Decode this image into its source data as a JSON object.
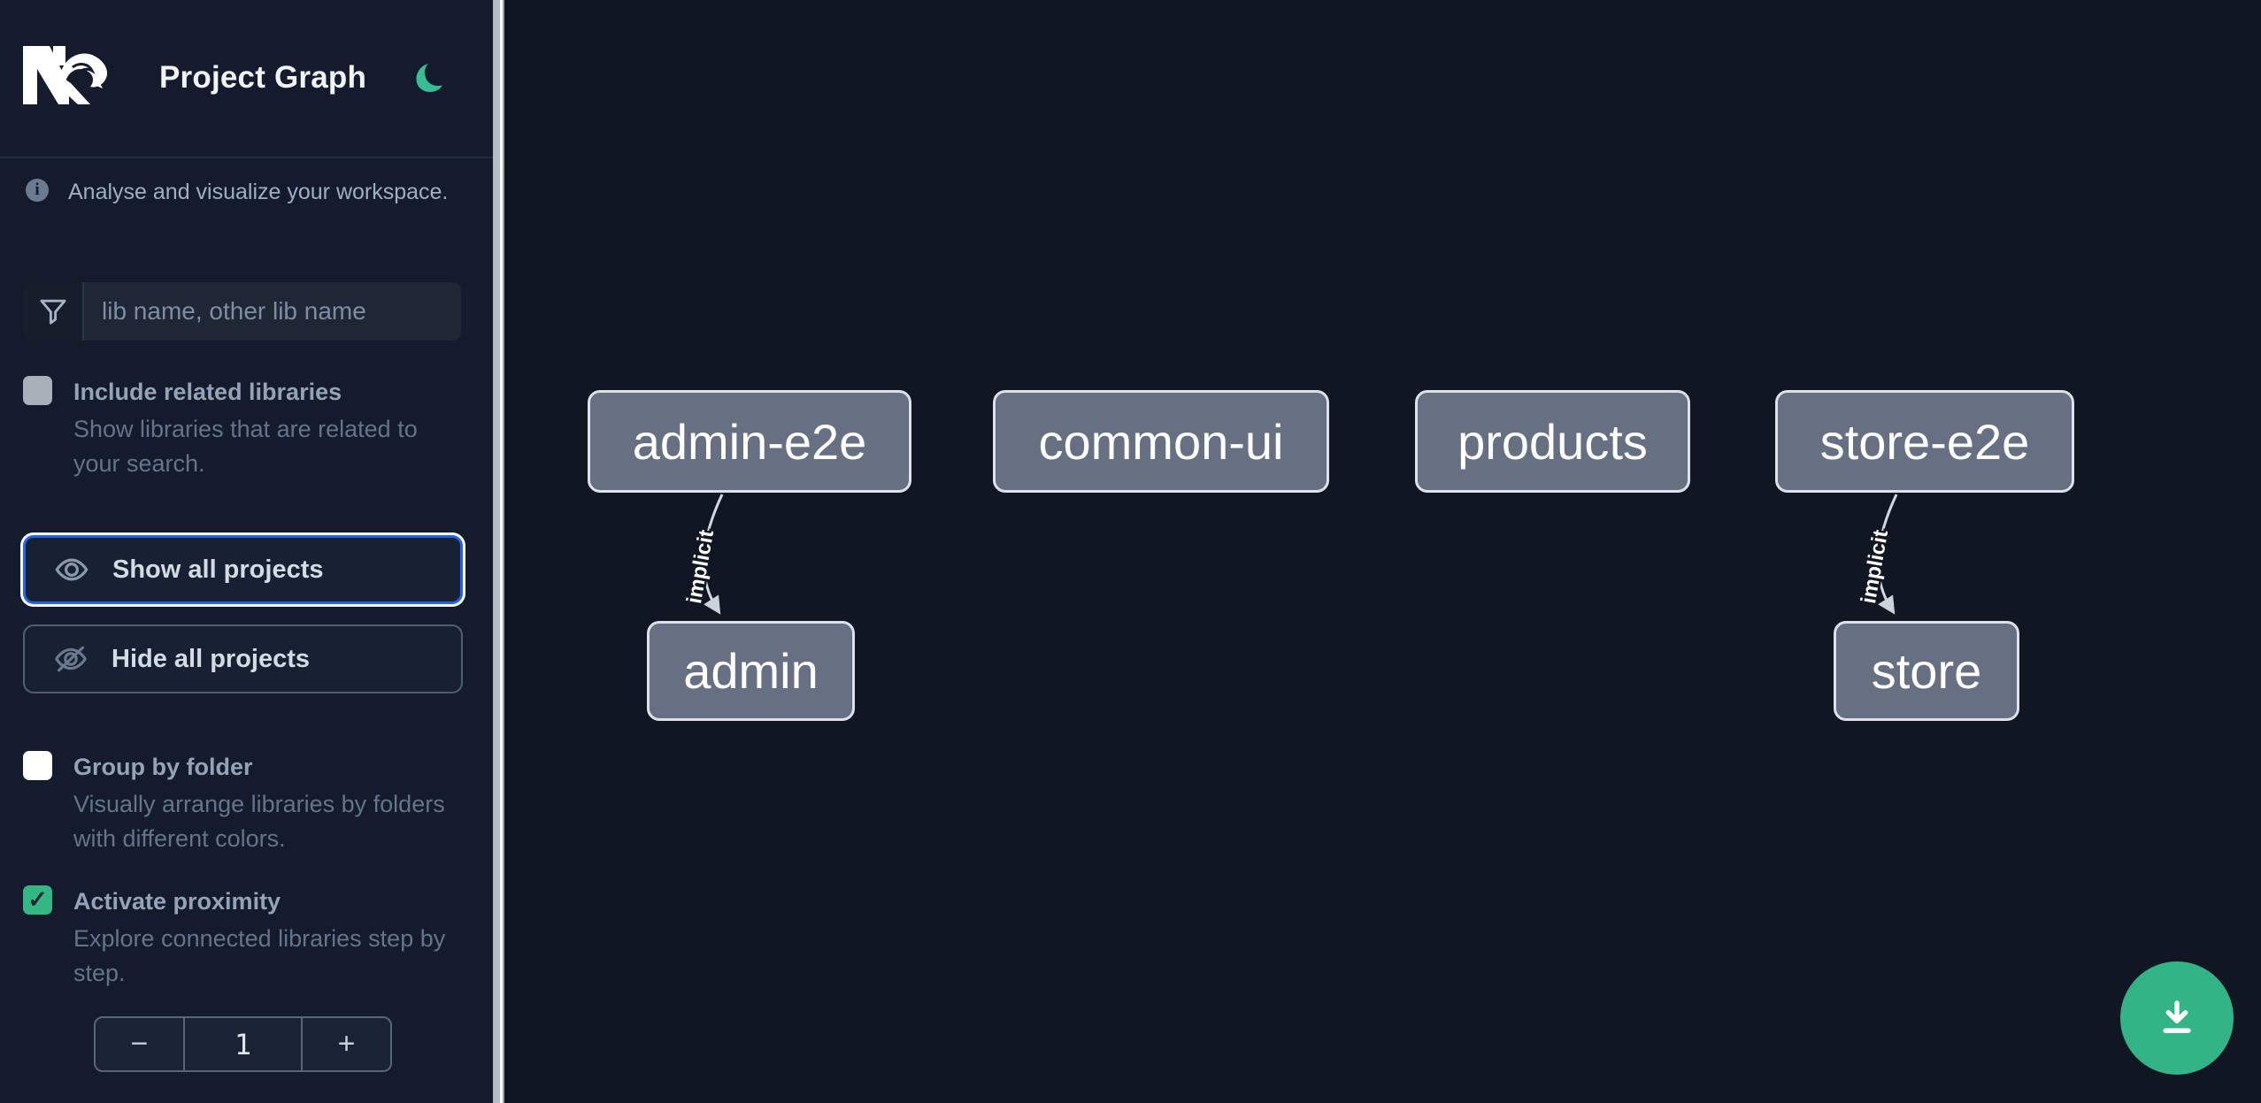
{
  "header": {
    "app_title": "Project Graph"
  },
  "sidebar": {
    "info_text": "Analyse and visualize your workspace.",
    "search_placeholder": "lib name, other lib name",
    "include_related": {
      "label": "Include related libraries",
      "description": "Show libraries that are related to your search.",
      "checked": false
    },
    "show_all_label": "Show all projects",
    "hide_all_label": "Hide all projects",
    "group_by_folder": {
      "label": "Group by folder",
      "description": "Visually arrange libraries by folders with different colors.",
      "checked": false
    },
    "activate_proximity": {
      "label": "Activate proximity",
      "description": "Explore connected libraries step by step.",
      "checked": true,
      "check_glyph": "✓"
    },
    "proximity_stepper": {
      "decrement": "−",
      "value": "1",
      "increment": "+"
    }
  },
  "graph": {
    "nodes": [
      {
        "label": "admin-e2e"
      },
      {
        "label": "common-ui"
      },
      {
        "label": "products"
      },
      {
        "label": "store-e2e"
      },
      {
        "label": "admin"
      },
      {
        "label": "store"
      }
    ],
    "edges": [
      {
        "source": "admin-e2e",
        "target": "admin",
        "label": "implicit"
      },
      {
        "source": "store-e2e",
        "target": "store",
        "label": "implicit"
      }
    ]
  },
  "icons": {
    "logo": "nx-logo",
    "theme_toggle": "moon-crescent",
    "info": "info-circle",
    "search": "funnel-filter",
    "show_all": "eye",
    "hide_all": "eye-slash",
    "download": "download-tray"
  },
  "colors": {
    "sidebar_bg": "#141b2c",
    "canvas_bg": "#111623",
    "accent_green": "#32b486",
    "checkbox_green": "#35b784",
    "focus_blue": "#2563eb",
    "node_fill": "#667082",
    "node_border": "#dde2ea",
    "edge": "#d3d8e0",
    "label_slate": "#94a3b8",
    "desc_slate": "#64748b"
  }
}
